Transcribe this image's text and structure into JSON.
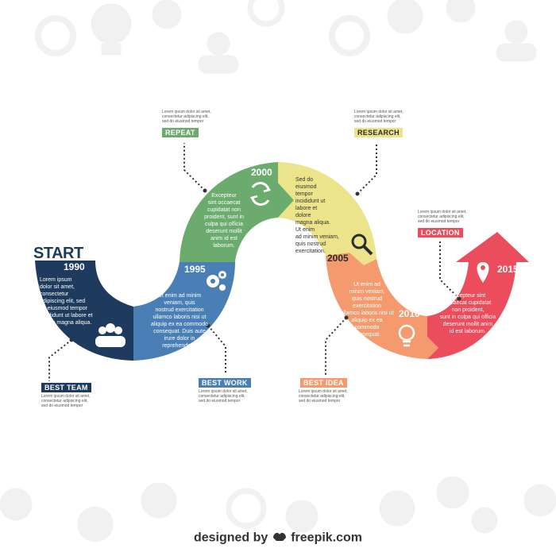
{
  "start": {
    "title": "START",
    "year": "1990"
  },
  "segments": [
    {
      "year": "1990",
      "text": "Lorem ipsum\ndolor sit amet,\nconsectetur\nadipiscing elit, sed\ndo eiusmod tempor\nincididunt ut labore et\ndolore magna aliqua.",
      "color": "#1e3a5c",
      "icon": "team-icon"
    },
    {
      "year": "1995",
      "text": "Ut enim ad minim\nveniam, quis\nnostrud exercitation\nullamco laboris nisi ut\naliquip ex ea commodo\nconsequat. Duis aute\nirure dolor in\nreprehenderit.",
      "color": "#4a7fb5",
      "icon": "gears-icon"
    },
    {
      "year": "2000",
      "text": "Excepteur\nsint occaecat\ncupidatat non\nproident, sunt in\nculpa qui officia\ndeserunt mollit\nanim id est\nlaborum.",
      "color": "#6bab6e",
      "icon": "repeat-icon"
    },
    {
      "year": "2005",
      "text": "Sed do\neiusmod\ntempor\nincididunt ut\nlabore et\ndolore\nmagna aliqua.\nUt enim\nad minim veniam,\nquis nostrud\nexercitation.",
      "color": "#ece48a",
      "icon": "search-icon"
    },
    {
      "year": "2010",
      "text": "Ut enim ad\nminim veniam,\nquis nostrud\nexercitation\nullamco laboris nisi ut\naliquip ex ea\ncommodo\nconsequat.",
      "color": "#f49a6e",
      "icon": "bulb-icon"
    },
    {
      "year": "2015",
      "text": "Excepteur sint\noccaecat cupidatat\nnon proident,\nsunt in culpa qui officia\ndeserunt mollit anim\nid est laborum.",
      "color": "#ec4d5c",
      "icon": "location-icon"
    }
  ],
  "tags": {
    "best_team": {
      "label": "BEST TEAM",
      "color": "#1e3a5c"
    },
    "best_work": {
      "label": "BEST WORK",
      "color": "#4a7fb5"
    },
    "repeat": {
      "label": "REPEAT",
      "color": "#6bab6e"
    },
    "research": {
      "label": "RESEARCH",
      "color": "#ece48a",
      "text_color": "#2b2b2b"
    },
    "best_idea": {
      "label": "BEST IDEA",
      "color": "#f49a6e"
    },
    "location": {
      "label": "LOCATION",
      "color": "#ec4d5c"
    }
  },
  "note_text": "Lorem ipsum dolor sit amet,\nconsectetur adipiscing elit,\nsed do eiusmod tempor",
  "footer": {
    "prefix": "designed by",
    "brand": "freepik.com"
  },
  "colors": {
    "background": "#ffffff",
    "watermark": "#f0f0f0",
    "dotted_line": "#333333"
  }
}
